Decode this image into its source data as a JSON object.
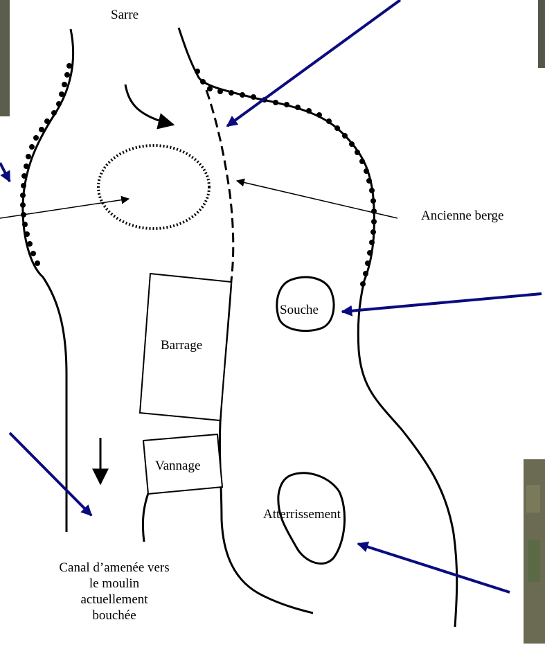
{
  "labels": {
    "river": "Sarre",
    "old_bank": "Ancienne berge",
    "stump": "Souche",
    "dam": "Barrage",
    "sluice": "Vannage",
    "deposit": "Atterrissement"
  },
  "canal_caption": [
    "Canal d’amenée vers",
    "le moulin",
    "actuellement",
    "bouchée"
  ],
  "colors": {
    "line": "#000000",
    "arrow_blue": "#0b0b80",
    "photo_edge": "#5a5a4a"
  }
}
